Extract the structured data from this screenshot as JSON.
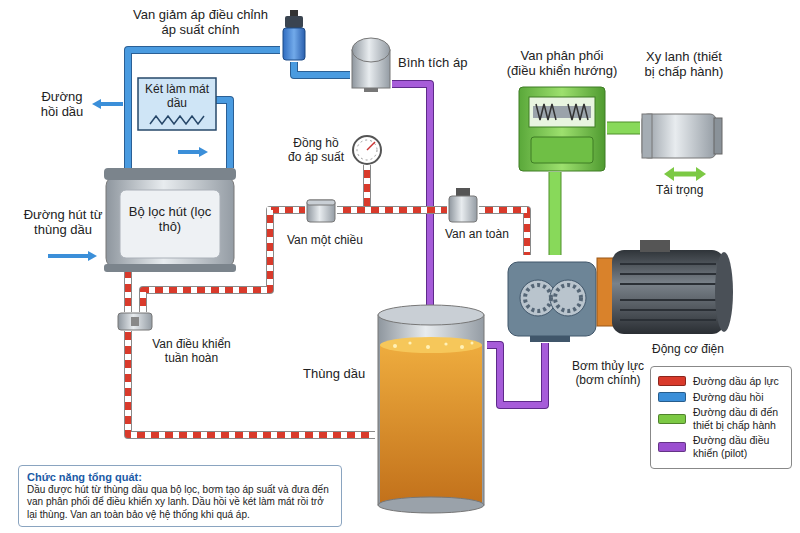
{
  "diagram": {
    "nodes": [
      {
        "text": [
          "Van giảm áp điều chỉnh áp suất chính"
        ]
      },
      {
        "text": [
          "Bình tích áp"
        ]
      },
      {
        "text": [
          "Van phân phối (điều khiển hướng)"
        ]
      },
      {
        "text": [
          "Xy lanh (thiết bị chấp hành)"
        ]
      },
      {
        "text": [
          "Két làm mát dầu"
        ]
      },
      {
        "text": [
          "Đồng hồ đo áp suất"
        ]
      },
      {
        "text": [
          "Bộ lọc hút (lọc thô)"
        ]
      },
      {
        "text": [
          "Van một chiều"
        ]
      },
      {
        "text": [
          "Van an toàn"
        ]
      },
      {
        "text": [
          "Van điều khiển tuần hoàn"
        ]
      },
      {
        "text": [
          "Thùng dầu"
        ]
      },
      {
        "text": [
          "Bơm thủy lực (bơm chính)"
        ]
      },
      {
        "text": [
          "Động cơ điện"
        ]
      },
      {
        "text": [
          "Chức năng tổng quát:",
          "Dầu được hút từ thùng dầu qua bộ lọc, bơm tạo áp suất và đưa đến van phân phối để điều khiển xy lanh. Dầu hồi về két làm mát rồi trở lại thùng. Van an toàn bảo vệ hệ thống khi quá áp."
        ]
      }
    ],
    "edges": [
      {
        "from": 0,
        "to": 6,
        "arrow": "none"
      },
      {
        "from": 0,
        "to": 1,
        "arrow": "none"
      },
      {
        "from": 1,
        "to": 10,
        "arrow": "none"
      },
      {
        "from": 4,
        "to": 6,
        "arrow": "none"
      },
      {
        "from": 10,
        "to": 9,
        "arrow": "none"
      },
      {
        "from": 9,
        "to": 6,
        "arrow": "none"
      },
      {
        "from": 9,
        "to": 7,
        "arrow": "none"
      },
      {
        "from": 7,
        "to": 5,
        "arrow": "none"
      },
      {
        "from": 7,
        "to": 8,
        "arrow": "none"
      },
      {
        "from": 8,
        "to": 11,
        "arrow": "none"
      },
      {
        "from": 11,
        "to": 2,
        "arrow": "none"
      },
      {
        "from": 2,
        "to": 3,
        "arrow": "none"
      },
      {
        "from": 10,
        "to": 11,
        "arrow": "none"
      }
    ],
    "labels": [
      "Đường hồi dầu",
      "Đường hút từ thùng dầu",
      "Tải trọng"
    ],
    "legend": [
      {
        "text": "Đường dầu áp lực",
        "color": "#d93a2b"
      },
      {
        "text": "Đường dầu hồi",
        "color": "#3b8fd9"
      },
      {
        "text": "Đường dầu đi đến thiết bị chấp hành",
        "color": "#7cc944"
      },
      {
        "text": "Đường dầu điều khiển (pilot)",
        "color": "#9b4fd0"
      }
    ]
  }
}
